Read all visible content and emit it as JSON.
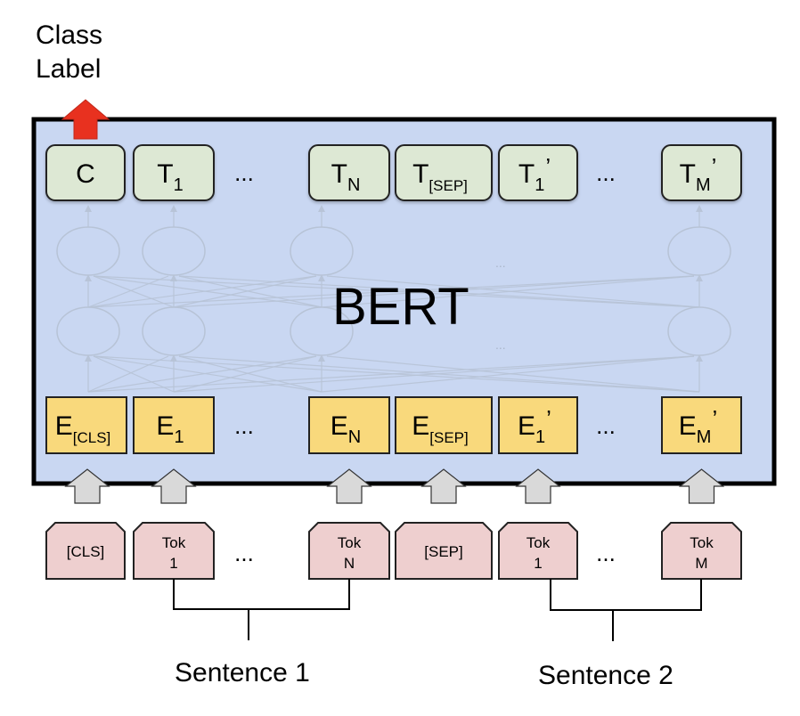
{
  "title": "BERT",
  "output_label": "Class\nLabel",
  "output_label_lines": [
    "Class",
    "Label"
  ],
  "colors": {
    "bert_bg": "#c9d7f2",
    "output_box": "#dde8d4",
    "embedding_box": "#f9d97c",
    "token_box": "#eecfcf",
    "class_arrow": "#e8311f",
    "input_arrow": "#d9d9d9",
    "network_lines": "#b7c3d6"
  },
  "outputs": [
    {
      "main": "C",
      "sub": "",
      "prime": false
    },
    {
      "main": "T",
      "sub": "1",
      "prime": false
    },
    {
      "main": "...",
      "sub": "",
      "prime": false,
      "ellipsis": true
    },
    {
      "main": "T",
      "sub": "N",
      "prime": false
    },
    {
      "main": "T",
      "sub": "[SEP]",
      "prime": false
    },
    {
      "main": "T",
      "sub": "1",
      "prime": true
    },
    {
      "main": "...",
      "sub": "",
      "prime": false,
      "ellipsis": true
    },
    {
      "main": "T",
      "sub": "M",
      "prime": true
    }
  ],
  "embeddings": [
    {
      "main": "E",
      "sub": "[CLS]",
      "prime": false
    },
    {
      "main": "E",
      "sub": "1",
      "prime": false
    },
    {
      "main": "...",
      "sub": "",
      "prime": false,
      "ellipsis": true
    },
    {
      "main": "E",
      "sub": "N",
      "prime": false
    },
    {
      "main": "E",
      "sub": "[SEP]",
      "prime": false
    },
    {
      "main": "E",
      "sub": "1",
      "prime": true
    },
    {
      "main": "...",
      "sub": "",
      "prime": false,
      "ellipsis": true
    },
    {
      "main": "E",
      "sub": "M",
      "prime": true
    }
  ],
  "tokens": [
    {
      "lines": [
        "[CLS]"
      ]
    },
    {
      "lines": [
        "Tok",
        "1"
      ]
    },
    {
      "lines": [
        "..."
      ],
      "ellipsis": true
    },
    {
      "lines": [
        "Tok",
        "N"
      ]
    },
    {
      "lines": [
        "[SEP]"
      ]
    },
    {
      "lines": [
        "Tok",
        "1"
      ]
    },
    {
      "lines": [
        "..."
      ],
      "ellipsis": true
    },
    {
      "lines": [
        "Tok",
        "M"
      ]
    }
  ],
  "hidden_ellipsis": "...",
  "sentences": [
    "Sentence 1",
    "Sentence 2"
  ]
}
